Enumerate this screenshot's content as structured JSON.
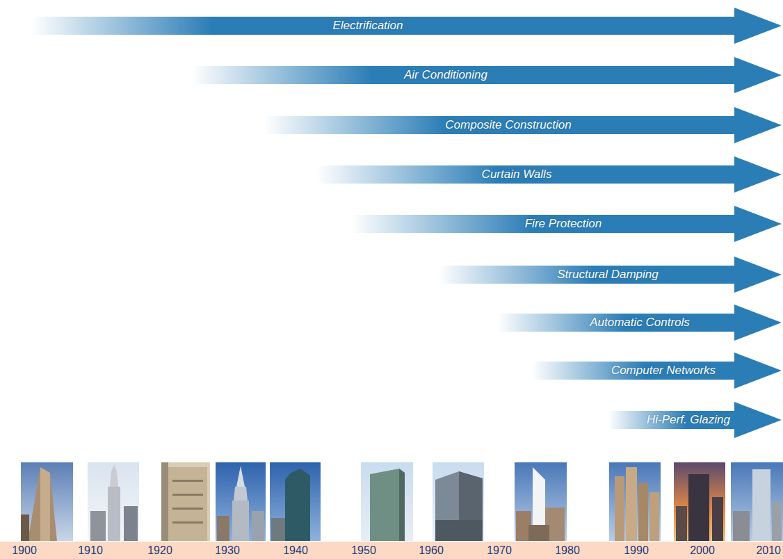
{
  "diagram": {
    "nodes": [
      {
        "text": [
          "Electrification"
        ]
      },
      {
        "text": [
          "Air Conditioning"
        ]
      },
      {
        "text": [
          "Composite Construction"
        ]
      },
      {
        "text": [
          "Curtain Walls"
        ]
      },
      {
        "text": [
          "Fire Protection"
        ]
      },
      {
        "text": [
          "Structural Damping"
        ]
      },
      {
        "text": [
          "Automatic Controls"
        ]
      },
      {
        "text": [
          "Computer Networks"
        ]
      },
      {
        "text": [
          "Hi-Perf. Glazing"
        ]
      }
    ],
    "labels": [
      "1900",
      "1910",
      "1920",
      "1930",
      "1940",
      "1950",
      "1960",
      "1970",
      "1980",
      "1990",
      "2000",
      "2010"
    ]
  }
}
